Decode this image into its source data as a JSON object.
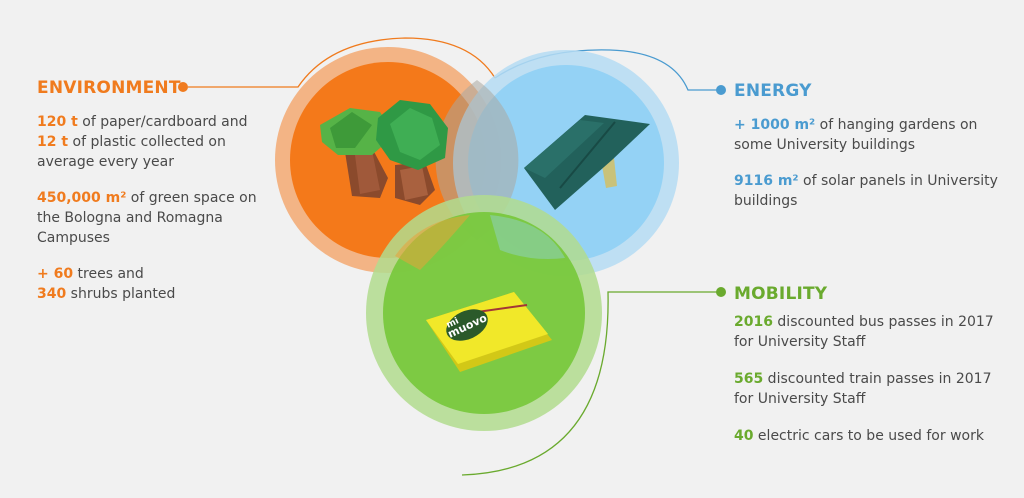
{
  "colors": {
    "environment": "#f07b1e",
    "energy": "#4a9bd0",
    "mobility": "#6aaa2e",
    "background": "#f1f1f1"
  },
  "icons": {
    "environment": "origami-trees-icon",
    "energy": "solar-panel-icon",
    "mobility": "mi-muovo-card-icon"
  },
  "card_text": {
    "line1": "mi",
    "line2": "muovo"
  },
  "environment": {
    "title": "ENVIRONMENT",
    "items": [
      {
        "lines": [
          {
            "value": "120 t",
            "text": " of paper/cardboard and"
          },
          {
            "value": "12 t",
            "text": " of plastic collected on"
          },
          {
            "value": "",
            "text": "average every year"
          }
        ]
      },
      {
        "lines": [
          {
            "value": "450,000 m²",
            "text": " of green space on"
          },
          {
            "value": "",
            "text": "the Bologna and Romagna"
          },
          {
            "value": "",
            "text": "Campuses"
          }
        ]
      },
      {
        "lines": [
          {
            "value": "+ 60",
            "text": " trees and"
          },
          {
            "value": "340",
            "text": " shrubs planted"
          }
        ]
      }
    ]
  },
  "energy": {
    "title": "ENERGY",
    "items": [
      {
        "lines": [
          {
            "value": "+ 1000 m²",
            "text": " of hanging gardens on"
          },
          {
            "value": "",
            "text": "some University buildings"
          }
        ]
      },
      {
        "lines": [
          {
            "value": "9116 m²",
            "text": " of solar panels in University"
          },
          {
            "value": "",
            "text": "buildings"
          }
        ]
      }
    ]
  },
  "mobility": {
    "title": "MOBILITY",
    "items": [
      {
        "lines": [
          {
            "value": "2016",
            "text": " discounted bus passes in 2017"
          },
          {
            "value": "",
            "text": "for University Staff"
          }
        ]
      },
      {
        "lines": [
          {
            "value": "565",
            "text": " discounted train passes in 2017"
          },
          {
            "value": "",
            "text": "for University Staff"
          }
        ]
      },
      {
        "lines": [
          {
            "value": "40",
            "text": " electric cars to be used for work"
          }
        ]
      }
    ]
  }
}
